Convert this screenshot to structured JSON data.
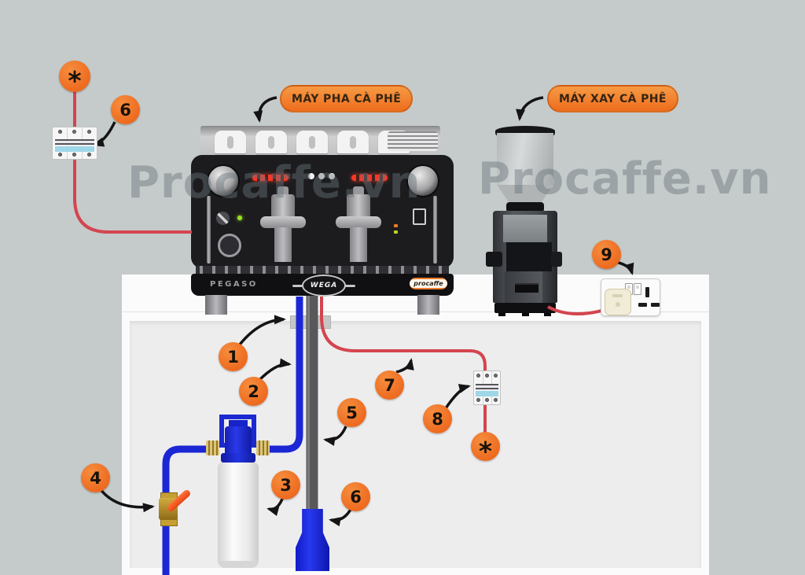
{
  "diagram": {
    "watermark": "Procaffe.vn",
    "labels": {
      "espresso_machine": "MÁY PHA CÀ PHÊ",
      "grinder": "MÁY XAY CÀ PHÊ"
    },
    "machine": {
      "model": "PEGASO",
      "brand": "WEGA",
      "badge": "procaffe"
    },
    "callouts": [
      {
        "id": "power-source-left",
        "text": "*"
      },
      {
        "id": "breaker-left",
        "text": "6"
      },
      {
        "id": "counter-hole",
        "text": "1"
      },
      {
        "id": "water-inlet-pipe",
        "text": "2"
      },
      {
        "id": "drain-pipe",
        "text": "5"
      },
      {
        "id": "power-cable",
        "text": "7"
      },
      {
        "id": "breaker-right",
        "text": "8"
      },
      {
        "id": "water-filter",
        "text": "3"
      },
      {
        "id": "shutoff-valve",
        "text": "4"
      },
      {
        "id": "drain-funnel",
        "text": "6"
      },
      {
        "id": "wall-socket",
        "text": "9"
      },
      {
        "id": "power-source-right",
        "text": "*"
      }
    ],
    "colors": {
      "accent_orange": "#ee6f23",
      "cable_red": "#d4454f",
      "pipe_blue": "#1b27d4",
      "background": "#c5cbca"
    }
  }
}
